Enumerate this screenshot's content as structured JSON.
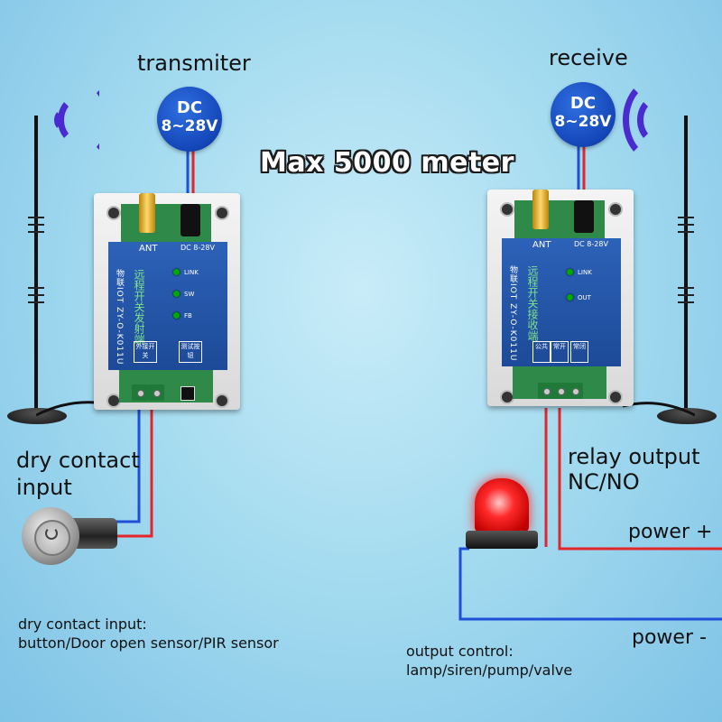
{
  "title": "Max 5000 meter",
  "transmitter": {
    "label": "transmiter",
    "dc_line1": "DC",
    "dc_line2": "8~28V",
    "module": {
      "ant": "ANT",
      "dc": "DC 8-28V",
      "brand": "物联IOT ZY-O-K011U",
      "name": "远程开关发射端",
      "leds": [
        "LINK",
        "SW",
        "FB"
      ],
      "box1": "外接开关",
      "box2": "测试按钮"
    },
    "input_label_1": "dry contact",
    "input_label_2": "input",
    "note_1": "dry contact input:",
    "note_2": "button/Door open sensor/PIR sensor"
  },
  "receiver": {
    "label": "receive",
    "dc_line1": "DC",
    "dc_line2": "8~28V",
    "module": {
      "ant": "ANT",
      "dc": "DC 8-28V",
      "brand": "物联IOT ZY-O-K011U",
      "name": "远程开关接收端",
      "leds": [
        "LINK",
        "OUT"
      ],
      "box1": "公共",
      "box2": "常开",
      "box3": "常闭"
    },
    "output_label_1": "relay output",
    "output_label_2": "NC/NO",
    "power_plus": "power +",
    "power_minus": "power -",
    "note_1": "output control:",
    "note_2": "lamp/siren/pump/valve"
  },
  "colors": {
    "wire_red": "#e3262b",
    "wire_blue": "#1f4fd8",
    "signal_waves": "#4a2bd1",
    "dc_badge": "#1446b8"
  }
}
